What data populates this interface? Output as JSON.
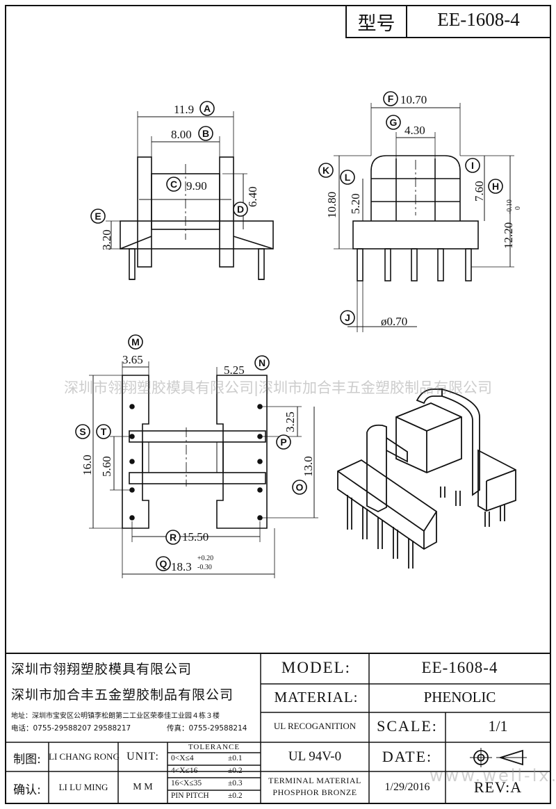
{
  "header": {
    "model_label": "型号",
    "model_value": "EE-1608-4"
  },
  "dims": {
    "a": "11.9",
    "b": "8.00",
    "c": "9.90",
    "d": "6.40",
    "e": "3.20",
    "f": "10.70",
    "g": "4.30",
    "h": "12.20",
    "h_tol_up": "0",
    "h_tol_dn": "-0.10",
    "i": "7.60",
    "j": "ø0.70",
    "k": "10.80",
    "l": "5.20",
    "m": "3.65",
    "n": "5.25",
    "o": "13.0",
    "p": "3.25",
    "q": "18.3",
    "q_tol_up": "+0.20",
    "q_tol_dn": "-0.30",
    "r": "15.50",
    "s": "16.0",
    "t": "5.60"
  },
  "markers": [
    "A",
    "B",
    "C",
    "D",
    "E",
    "F",
    "G",
    "H",
    "I",
    "J",
    "K",
    "L",
    "M",
    "N",
    "O",
    "P",
    "Q",
    "R",
    "S",
    "T"
  ],
  "watermark": "深圳市翎翔塑胶模具有限公司|深圳市加合丰五金塑胶制品有限公司",
  "watermark_site": "www.well-lx.com",
  "title_block": {
    "company1": "深圳市翎翔塑胶模具有限公司",
    "company2": "深圳市加合丰五金塑胶制品有限公司",
    "address": "地址：深圳市宝安区公明镇李松朗第二工业区荣泰佳工业园４栋３楼",
    "phone": "电话：0755-29588207  29588217",
    "fax": "传真：0755-29588214",
    "model_label": "MODEL:",
    "model_value": "EE-1608-4",
    "material_label": "MATERIAL:",
    "material_value": "PHENOLIC",
    "ul_label": "UL RECOGANITION",
    "scale_label": "SCALE:",
    "scale_value": "1/1",
    "drawn_label": "制图:",
    "drawn_by": "LI CHANG RONG",
    "unit_label": "UNIT:",
    "unit_value": "M M",
    "tolerance_title": "TOLERANCE",
    "tolerances": [
      {
        "range": "0<X≤4",
        "value": "±0.1"
      },
      {
        "range": "4<X≤16",
        "value": "±0.2"
      },
      {
        "range": "16<X≤35",
        "value": "±0.3"
      },
      {
        "range": "PIN PITCH",
        "value": "±0.2"
      }
    ],
    "ul_value": "UL 94V-0",
    "date_label": "DATE:",
    "confirm_label": "确认:",
    "confirmed_by": "LI LU MING",
    "terminal_label": "TERMINAL MATERIAL",
    "terminal_value": "PHOSPHOR  BRONZE",
    "date_value": "1/29/2016",
    "rev_label": "REV:A"
  }
}
